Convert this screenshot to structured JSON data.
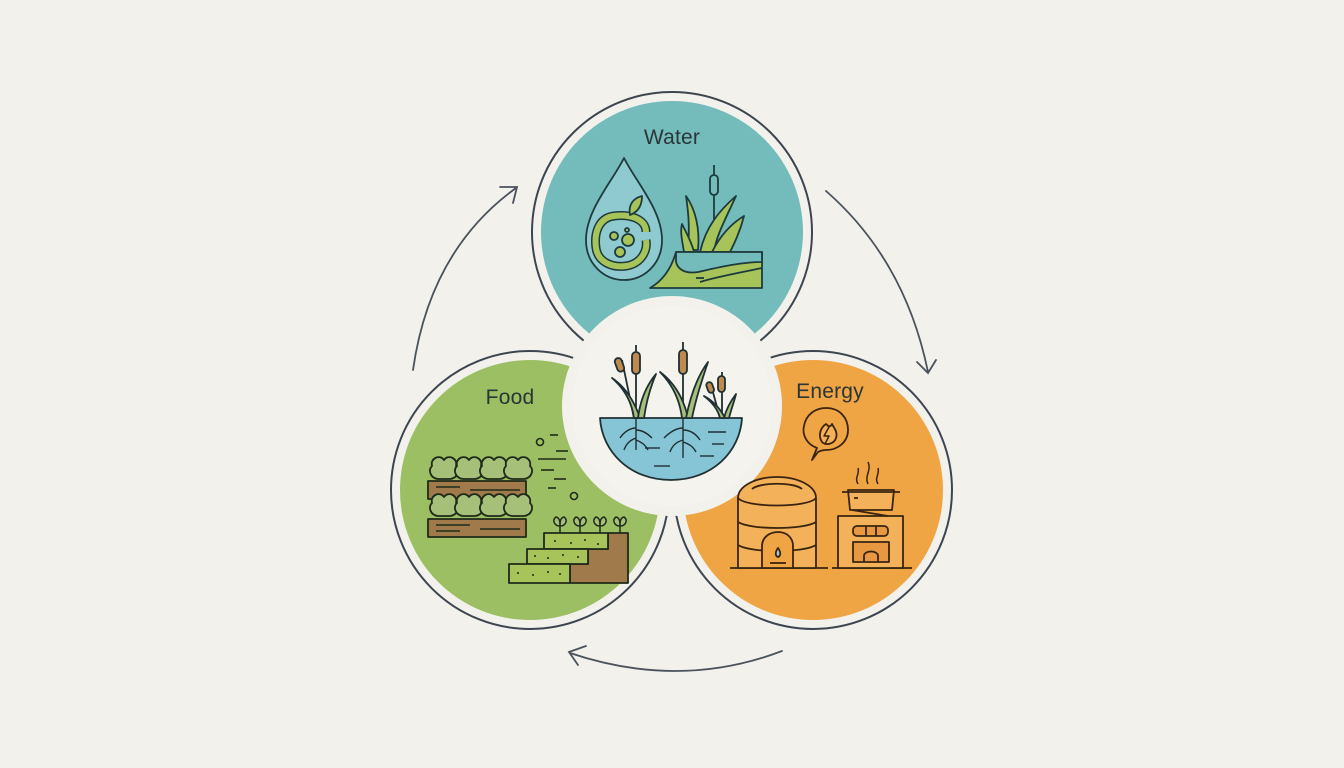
{
  "diagram": {
    "title": "Water-Food-Energy nexus cycle",
    "background": "#f2f1ec",
    "outline_color": "#3d4650",
    "nodes": [
      {
        "id": "water",
        "label": "Water",
        "fill": "#74bcbb",
        "icons": [
          "water-drop-with-leaf-icon",
          "wetland-reeds-icon"
        ]
      },
      {
        "id": "food",
        "label": "Food",
        "fill": "#9bbf62",
        "icons": [
          "raised-crop-beds-icon",
          "terraced-field-icon",
          "wind-seeds-icon"
        ]
      },
      {
        "id": "energy",
        "label": "Energy",
        "fill": "#f0a544",
        "icons": [
          "energy-flame-bubble-icon",
          "biogas-digester-icon",
          "cookstove-icon"
        ]
      }
    ],
    "center": {
      "id": "constructed-wetland",
      "fill": "#f4f3ee",
      "icons": [
        "cattail-reed-bed-icon"
      ]
    },
    "cycle_arrows": [
      {
        "from": "water",
        "to": "energy",
        "direction": "clockwise"
      },
      {
        "from": "energy",
        "to": "food",
        "direction": "clockwise"
      },
      {
        "from": "food",
        "to": "water",
        "direction": "clockwise"
      }
    ]
  }
}
